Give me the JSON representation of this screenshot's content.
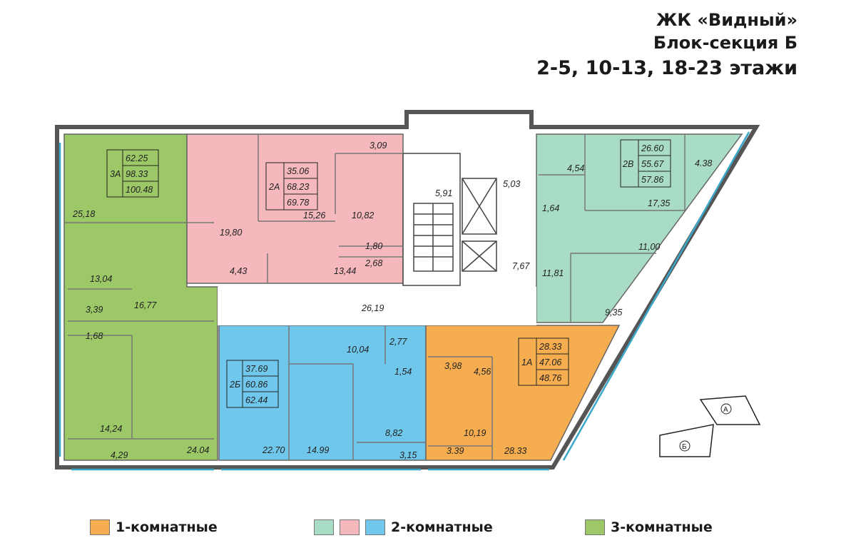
{
  "header": {
    "line1": "ЖК «Видный»",
    "line2": "Блок-секция Б",
    "line3": "2-5, 10-13, 18-23 этажи"
  },
  "colors": {
    "one_room": "#f5ad4f",
    "two_room_green": "#a9dcc4",
    "two_room_pink": "#f5b8bd",
    "two_room_blue": "#6fc7ec",
    "three_room": "#9cc867"
  },
  "apartments": {
    "apt_3a": {
      "code": "3А",
      "areas": [
        "62.25",
        "98.33",
        "100.48"
      ]
    },
    "apt_2a": {
      "code": "2А",
      "areas": [
        "35.06",
        "68.23",
        "69.78"
      ]
    },
    "apt_2v": {
      "code": "2В",
      "areas": [
        "26.60",
        "55.67",
        "57.86"
      ]
    },
    "apt_2b": {
      "code": "2Б",
      "areas": [
        "37.69",
        "60.86",
        "62.44"
      ]
    },
    "apt_1a": {
      "code": "1А",
      "areas": [
        "28.33",
        "47.06",
        "48.76"
      ]
    }
  },
  "room_labels": {
    "r_3_09": "3,09",
    "r_5_91": "5,91",
    "r_5_03": "5,03",
    "r_25_18": "25,18",
    "r_15_26": "15,26",
    "r_10_82": "10,82",
    "r_19_80": "19,80",
    "r_1_80": "1,80",
    "r_4_43": "4,43",
    "r_13_44": "13,44",
    "r_2_68": "2,68",
    "r_7_67": "7,67",
    "r_13_04": "13,04",
    "r_16_77": "16,77",
    "r_3_39a": "3,39",
    "r_1_68": "1,68",
    "r_26_19": "26,19",
    "r_4_54": "4,54",
    "r_4_38": "4.38",
    "r_1_64": "1,64",
    "r_17_35": "17,35",
    "r_11_00": "11,00",
    "r_11_81": "11,81",
    "r_9_35": "9,35",
    "r_10_04": "10,04",
    "r_2_77": "2,77",
    "r_1_54": "1,54",
    "r_3_98": "3,98",
    "r_4_56": "4,56",
    "r_14_24": "14,24",
    "r_8_82": "8,82",
    "r_10_19": "10,19",
    "r_4_29": "4,29",
    "r_24_04": "24.04",
    "r_22_70": "22.70",
    "r_14_99": "14.99",
    "r_3_15": "3,15",
    "r_3_39b": "3.39",
    "r_28_33": "28.33"
  },
  "key_plan": {
    "section_a": "А",
    "section_b": "Б"
  },
  "legend": {
    "one_room": "1-комнатные",
    "two_room": "2-комнатные",
    "three_room": "3-комнатные"
  }
}
